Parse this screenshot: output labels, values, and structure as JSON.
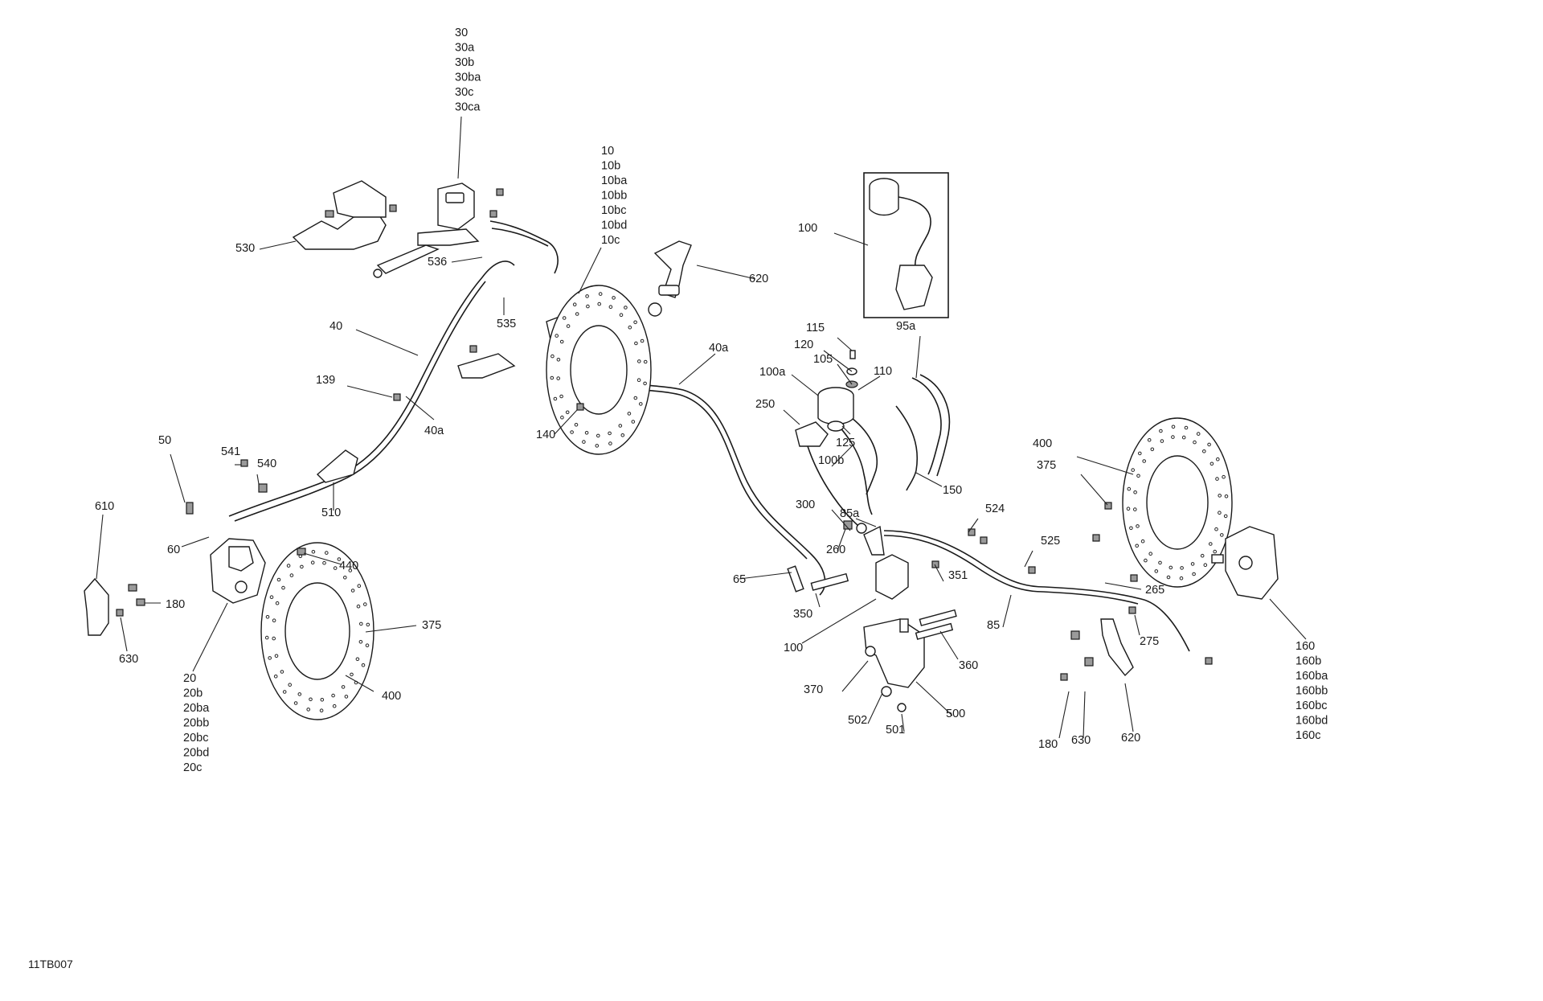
{
  "diagram_code": "11TB007",
  "callouts": [
    {
      "id": "30-group",
      "lines": [
        "30",
        "30a",
        "30b",
        "30ba",
        "30c",
        "30ca"
      ]
    },
    {
      "id": "10-group",
      "lines": [
        "10",
        "10b",
        "10ba",
        "10bb",
        "10bc",
        "10bd",
        "10c"
      ]
    },
    {
      "id": "20-group",
      "lines": [
        "20",
        "20b",
        "20ba",
        "20bb",
        "20bc",
        "20bd",
        "20c"
      ]
    },
    {
      "id": "160-group",
      "lines": [
        "160",
        "160b",
        "160ba",
        "160bb",
        "160bc",
        "160bd",
        "160c"
      ]
    },
    {
      "id": "530",
      "lines": [
        "530"
      ]
    },
    {
      "id": "536",
      "lines": [
        "536"
      ]
    },
    {
      "id": "535",
      "lines": [
        "535"
      ]
    },
    {
      "id": "620-top",
      "lines": [
        "620"
      ]
    },
    {
      "id": "100-box",
      "lines": [
        "100"
      ]
    },
    {
      "id": "40",
      "lines": [
        "40"
      ]
    },
    {
      "id": "40a-left",
      "lines": [
        "40a"
      ]
    },
    {
      "id": "40a-right",
      "lines": [
        "40a"
      ]
    },
    {
      "id": "139",
      "lines": [
        "139"
      ]
    },
    {
      "id": "140",
      "lines": [
        "140"
      ]
    },
    {
      "id": "50",
      "lines": [
        "50"
      ]
    },
    {
      "id": "541",
      "lines": [
        "541"
      ]
    },
    {
      "id": "540",
      "lines": [
        "540"
      ]
    },
    {
      "id": "510",
      "lines": [
        "510"
      ]
    },
    {
      "id": "610",
      "lines": [
        "610"
      ]
    },
    {
      "id": "60",
      "lines": [
        "60"
      ]
    },
    {
      "id": "440",
      "lines": [
        "440"
      ]
    },
    {
      "id": "180-left",
      "lines": [
        "180"
      ]
    },
    {
      "id": "630-left",
      "lines": [
        "630"
      ]
    },
    {
      "id": "375-left",
      "lines": [
        "375"
      ]
    },
    {
      "id": "400-left",
      "lines": [
        "400"
      ]
    },
    {
      "id": "115",
      "lines": [
        "115"
      ]
    },
    {
      "id": "120",
      "lines": [
        "120"
      ]
    },
    {
      "id": "105",
      "lines": [
        "105"
      ]
    },
    {
      "id": "110",
      "lines": [
        "110"
      ]
    },
    {
      "id": "100a",
      "lines": [
        "100a"
      ]
    },
    {
      "id": "95a",
      "lines": [
        "95a"
      ]
    },
    {
      "id": "250",
      "lines": [
        "250"
      ]
    },
    {
      "id": "125",
      "lines": [
        "125"
      ]
    },
    {
      "id": "100b",
      "lines": [
        "100b"
      ]
    },
    {
      "id": "150",
      "lines": [
        "150"
      ]
    },
    {
      "id": "300",
      "lines": [
        "300"
      ]
    },
    {
      "id": "260",
      "lines": [
        "260"
      ]
    },
    {
      "id": "65",
      "lines": [
        "65"
      ]
    },
    {
      "id": "350",
      "lines": [
        "350"
      ]
    },
    {
      "id": "100-lower",
      "lines": [
        "100"
      ]
    },
    {
      "id": "85a",
      "lines": [
        "85a"
      ]
    },
    {
      "id": "524",
      "lines": [
        "524"
      ]
    },
    {
      "id": "351",
      "lines": [
        "351"
      ]
    },
    {
      "id": "525",
      "lines": [
        "525"
      ]
    },
    {
      "id": "85",
      "lines": [
        "85"
      ]
    },
    {
      "id": "360",
      "lines": [
        "360"
      ]
    },
    {
      "id": "370",
      "lines": [
        "370"
      ]
    },
    {
      "id": "502",
      "lines": [
        "502"
      ]
    },
    {
      "id": "501",
      "lines": [
        "501"
      ]
    },
    {
      "id": "500",
      "lines": [
        "500"
      ]
    },
    {
      "id": "400-right",
      "lines": [
        "400"
      ]
    },
    {
      "id": "375-right",
      "lines": [
        "375"
      ]
    },
    {
      "id": "265",
      "lines": [
        "265"
      ]
    },
    {
      "id": "275",
      "lines": [
        "275"
      ]
    },
    {
      "id": "180-right",
      "lines": [
        "180"
      ]
    },
    {
      "id": "630-right",
      "lines": [
        "630"
      ]
    },
    {
      "id": "620-right",
      "lines": [
        "620"
      ]
    }
  ]
}
